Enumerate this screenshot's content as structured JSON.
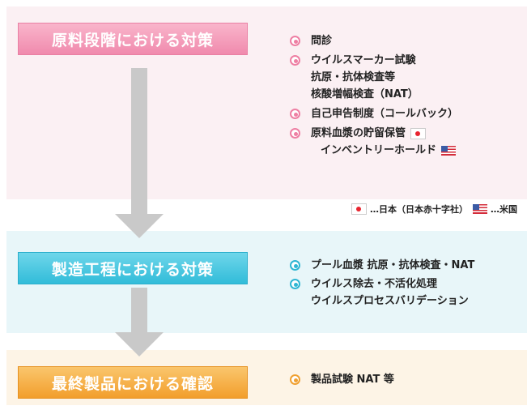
{
  "stages": [
    {
      "label": "原料段階における対策"
    },
    {
      "label": "製造工程における対策"
    },
    {
      "label": "最終製品における確認"
    }
  ],
  "stage1_items": {
    "interview": "問診",
    "virus_marker": "ウイルスマーカー試験",
    "antigen_test": "抗原・抗体検査等",
    "nat_test": "核酸増幅検査（NAT）",
    "self_report": "自己申告制度（コールバック）",
    "storage": "原料血漿の貯留保管",
    "inventory_hold": "インベントリーホールド"
  },
  "legend": {
    "japan": "…日本（日本赤十字社）",
    "us": "…米国"
  },
  "stage2_items": {
    "pool_test": "プール血漿 抗原・抗体検査・NAT",
    "virus_removal": "ウイルス除去・不活化処理",
    "process_validation": "ウイルスプロセスバリデーション"
  },
  "stage3_items": {
    "product_test": "製品試験 NAT 等"
  },
  "colors": {
    "pink": "#f08aad",
    "cyan": "#31bcd9",
    "orange": "#f29e2c",
    "arrow": "#c9c9c9"
  },
  "icons": {
    "bullet": "circle-dot-icon",
    "japan_flag": "japan-flag-icon",
    "us_flag": "us-flag-icon",
    "arrow": "down-arrow-icon"
  }
}
